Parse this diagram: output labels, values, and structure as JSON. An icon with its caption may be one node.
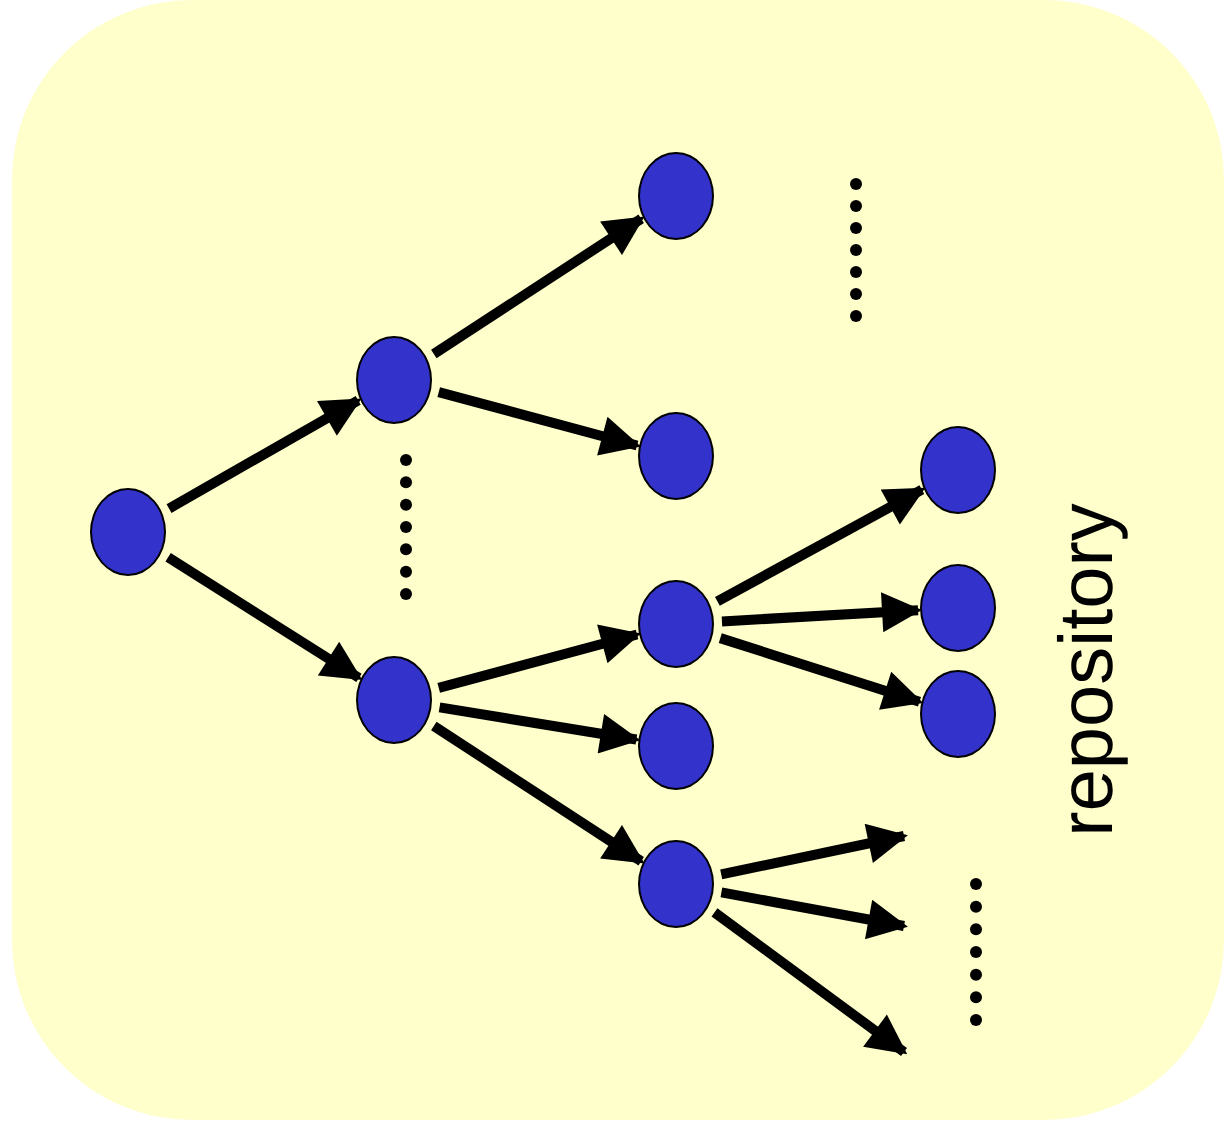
{
  "diagram": {
    "nodes": [
      {
        "text": [
          "repository"
        ]
      },
      {
        "text": [],
        "shape": "circle",
        "in": 0
      },
      {
        "text": [],
        "shape": "circle",
        "in": 0
      },
      {
        "text": [],
        "shape": "circle",
        "in": 0
      },
      {
        "text": [],
        "shape": "circle",
        "in": 0
      },
      {
        "text": [],
        "shape": "circle",
        "in": 0
      },
      {
        "text": [],
        "shape": "circle",
        "in": 0
      },
      {
        "text": [],
        "shape": "circle",
        "in": 0
      },
      {
        "text": [],
        "shape": "circle",
        "in": 0
      },
      {
        "text": [],
        "shape": "circle",
        "in": 0
      },
      {
        "text": [],
        "shape": "circle",
        "in": 0
      },
      {
        "text": [],
        "shape": "circle",
        "in": 0
      }
    ],
    "edges": [
      {
        "from": 1,
        "to": 2,
        "arrow": "to"
      },
      {
        "from": 1,
        "to": 3,
        "arrow": "to"
      },
      {
        "from": 2,
        "to": 4,
        "arrow": "to"
      },
      {
        "from": 2,
        "to": 5,
        "arrow": "to"
      },
      {
        "from": 3,
        "to": 6,
        "arrow": "to"
      },
      {
        "from": 3,
        "to": 7,
        "arrow": "to"
      },
      {
        "from": 3,
        "to": 8,
        "arrow": "to"
      },
      {
        "from": 6,
        "to": 9,
        "arrow": "to"
      },
      {
        "from": 6,
        "to": 10,
        "arrow": "to"
      },
      {
        "from": 6,
        "to": 11,
        "arrow": "to"
      },
      {
        "from": 8,
        "to": null,
        "arrow": "to"
      },
      {
        "from": 8,
        "to": null,
        "arrow": "to"
      },
      {
        "from": 8,
        "to": null,
        "arrow": "to"
      }
    ]
  }
}
